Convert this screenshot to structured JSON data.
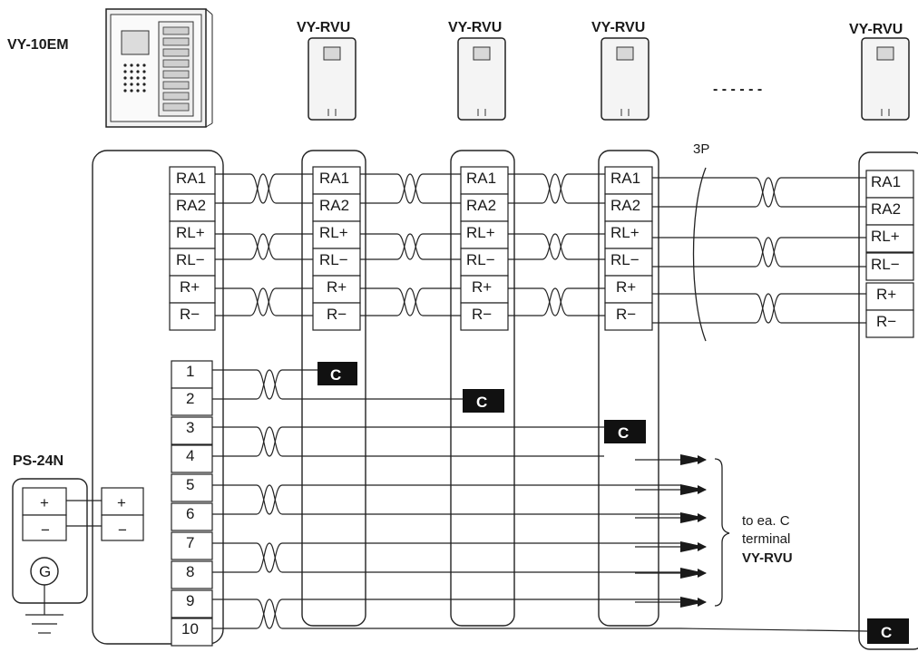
{
  "devices": {
    "master": "VY-10EM",
    "remotes": [
      "VY-RVU",
      "VY-RVU",
      "VY-RVU",
      "VY-RVU"
    ],
    "power": "PS-24N",
    "ellipsis": "- - - - - -"
  },
  "terminals": {
    "bus": [
      "RA1",
      "RA2",
      "RL+",
      "RL−",
      "R+",
      "R−"
    ],
    "numbered": [
      "1",
      "2",
      "3",
      "4",
      "5",
      "6",
      "7",
      "8",
      "9",
      "10"
    ],
    "power_pm": [
      "+",
      "−"
    ],
    "ground": "G",
    "c_terminal": "C"
  },
  "notes": {
    "cable": "3P",
    "to_line1": "to ea. C",
    "to_line2": "terminal",
    "to_line3": "VY-RVU"
  }
}
